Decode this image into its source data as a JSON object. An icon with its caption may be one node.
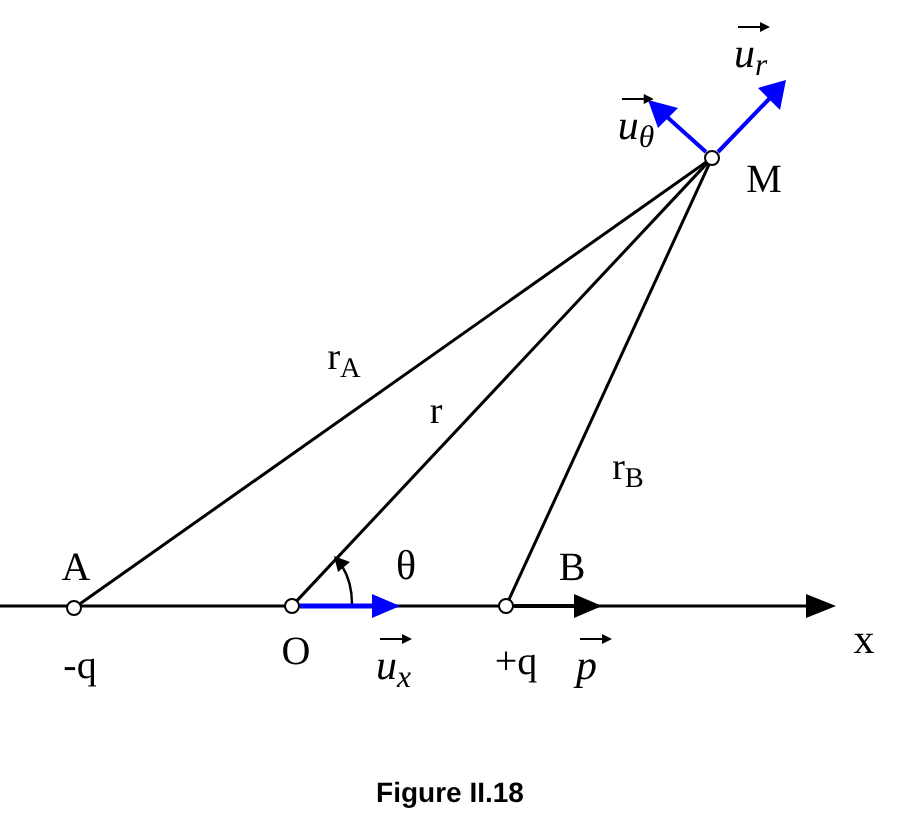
{
  "diagram": {
    "caption": "Figure II.18",
    "nodes": [
      {
        "text": [],
        "shape": "circle",
        "beside": [
          "A",
          "-q"
        ]
      },
      {
        "text": [],
        "shape": "circle",
        "beside": [
          "O"
        ]
      },
      {
        "text": [],
        "shape": "circle",
        "beside": [
          "B",
          "+q"
        ]
      },
      {
        "text": [],
        "shape": "circle",
        "beside": [
          "M"
        ]
      }
    ],
    "edges": [
      {
        "from": 0,
        "to": 3,
        "arrow": "none",
        "label": "r$_{A}$"
      },
      {
        "from": 1,
        "to": 3,
        "arrow": "none",
        "label": "r"
      },
      {
        "from": 2,
        "to": 3,
        "arrow": "none",
        "label": "r$_{B}$"
      }
    ],
    "labels": [
      "u$_{r}$",
      "u$_{θ}$",
      "θ",
      "u$_{x}$",
      "p",
      "x"
    ]
  }
}
